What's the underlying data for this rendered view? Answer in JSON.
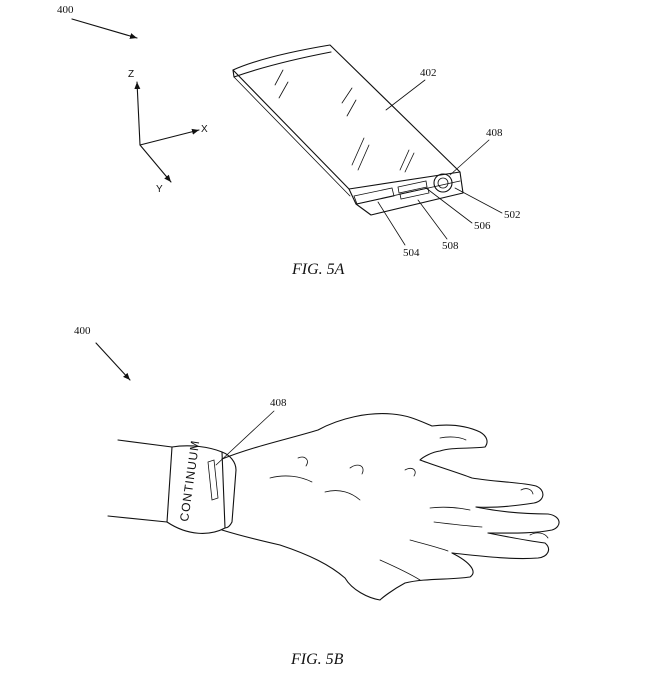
{
  "figure_a": {
    "caption": "FIG. 5A",
    "refs": {
      "r400": "400",
      "r402": "402",
      "r408": "408",
      "r502": "502",
      "r504": "504",
      "r506": "506",
      "r508": "508"
    },
    "axes": {
      "z": "Z",
      "x": "X",
      "y": "Y"
    }
  },
  "figure_b": {
    "caption": "FIG. 5B",
    "refs": {
      "r400": "400",
      "r408": "408"
    },
    "band_text": "CONTINUUM"
  }
}
